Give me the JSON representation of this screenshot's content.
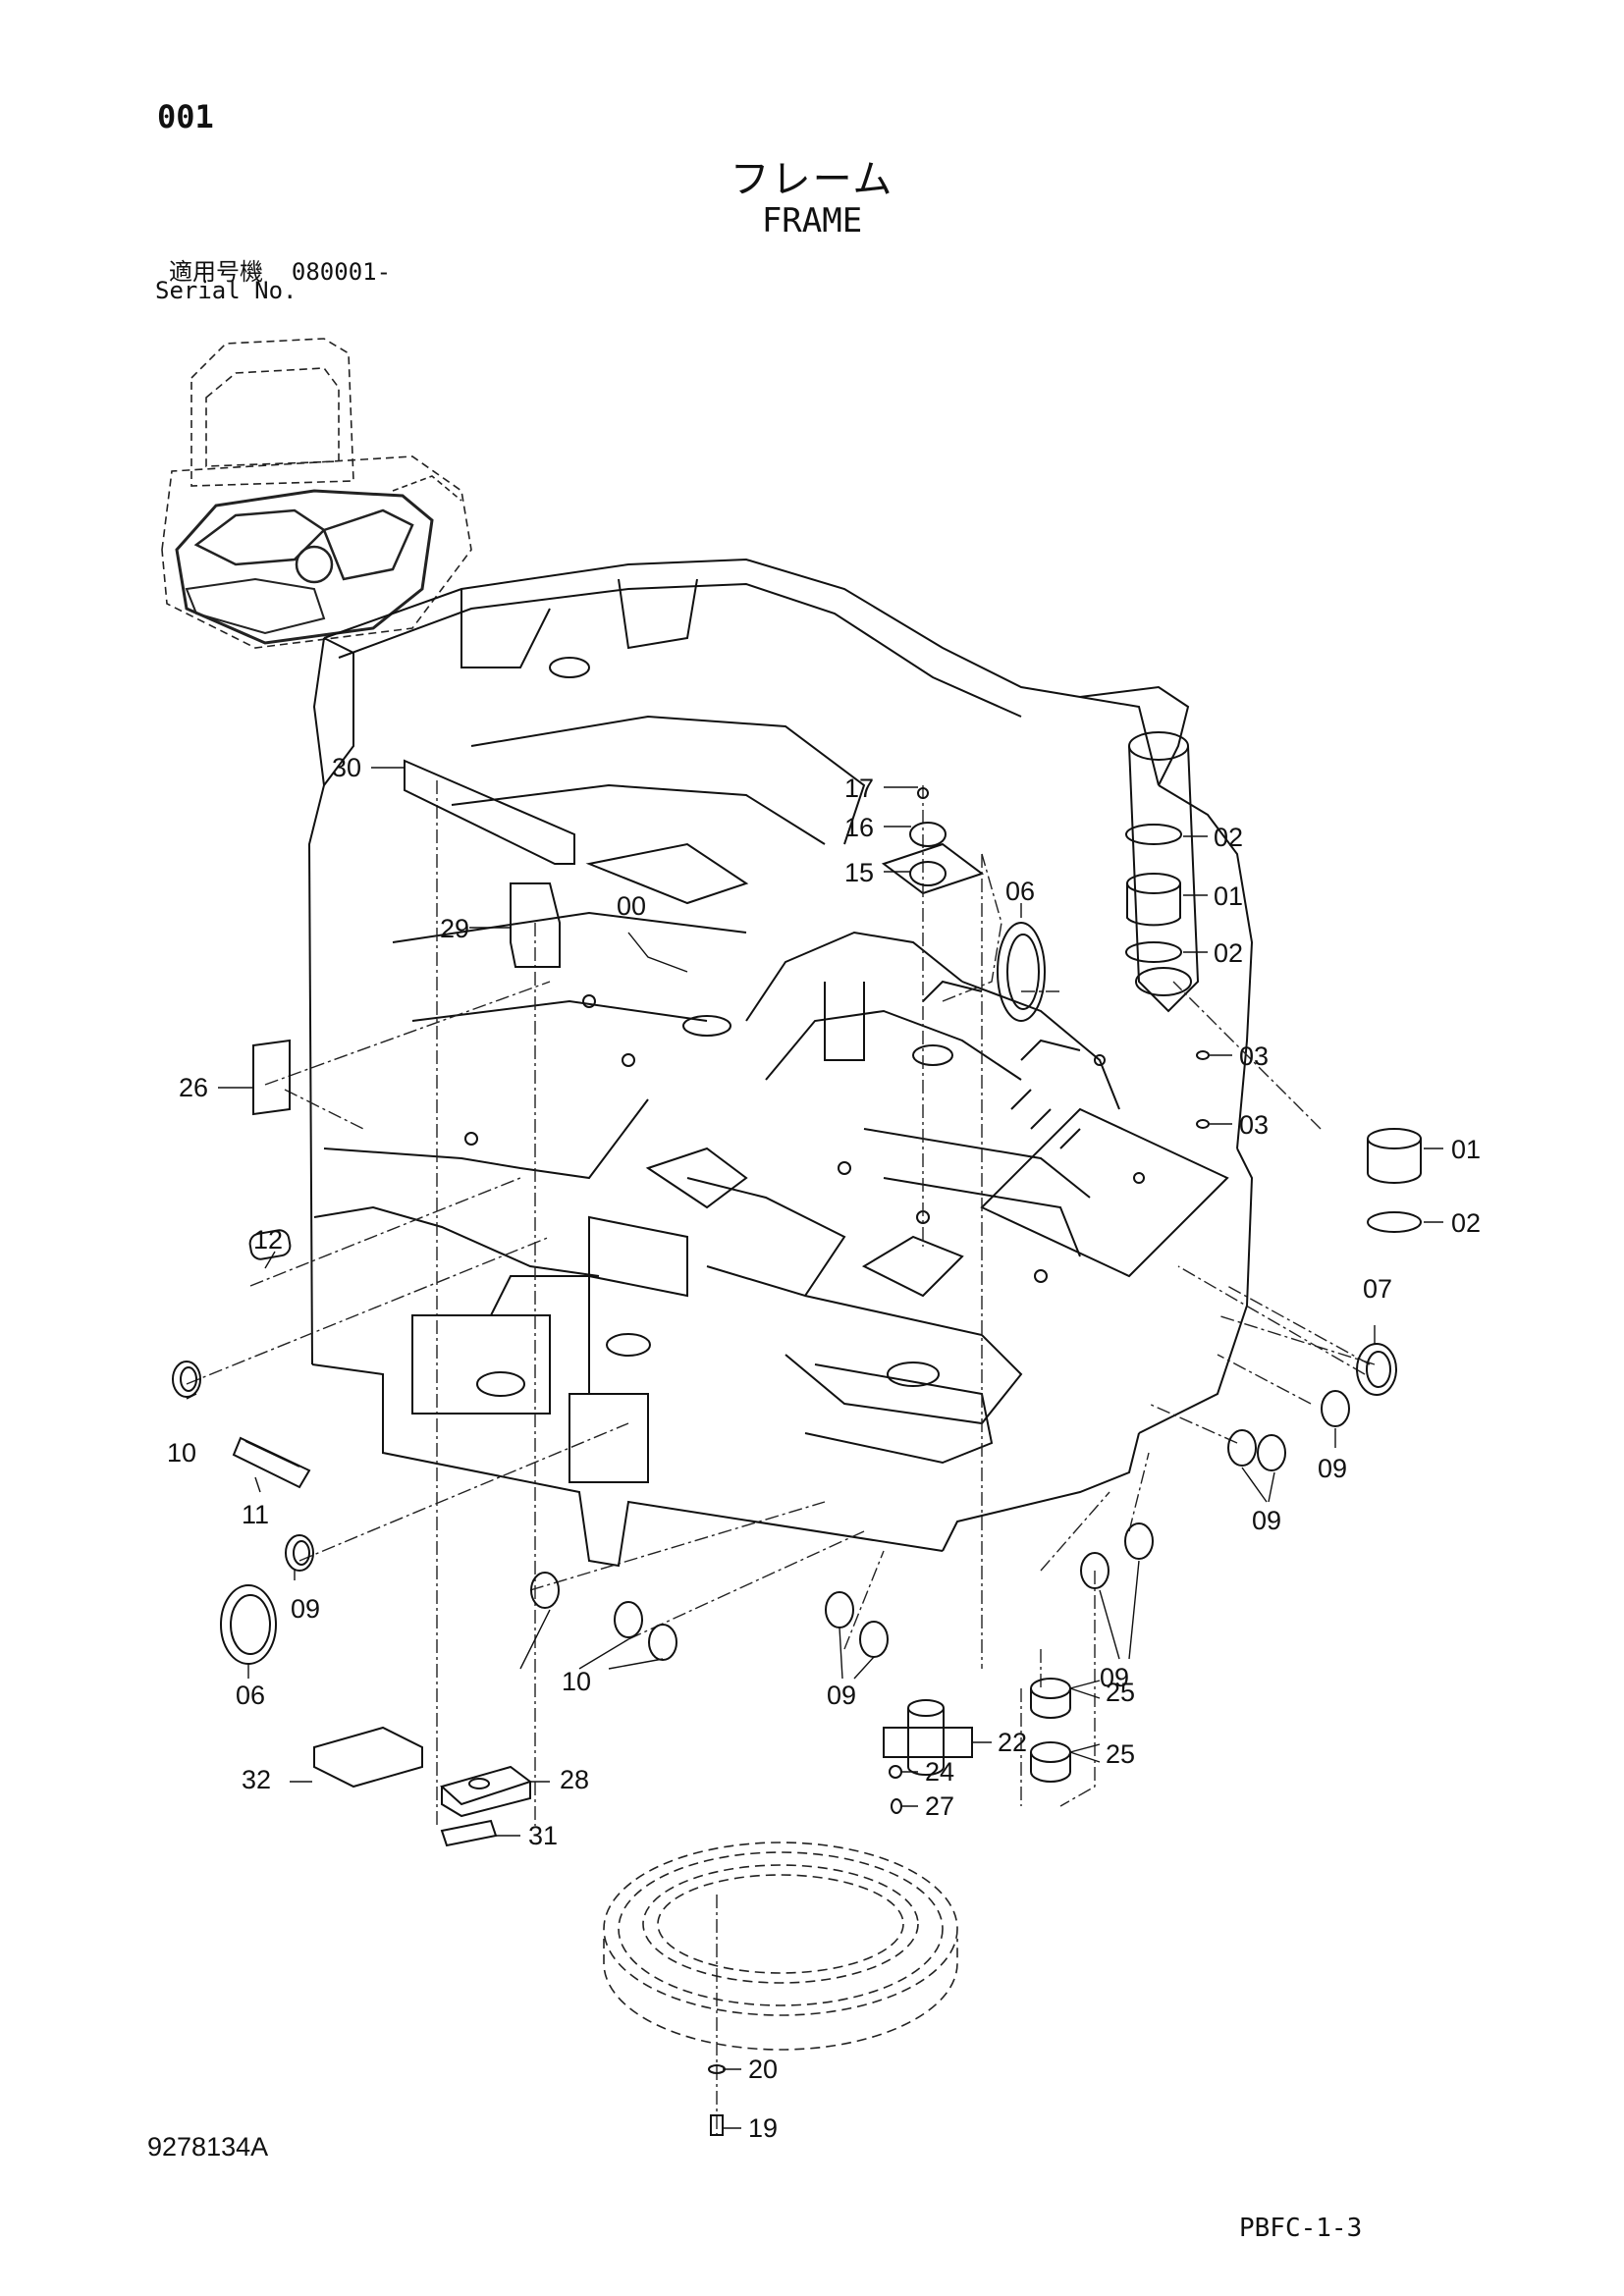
{
  "page_number": "001",
  "title_ja": "フレーム",
  "title_en": "FRAME",
  "serial_ja": "適用号機  080001-",
  "serial_en": "Serial No.",
  "doc_number": "9278134A",
  "sheet_code": "PBFC-1-3",
  "callouts": [
    {
      "id": "30"
    },
    {
      "id": "29"
    },
    {
      "id": "00"
    },
    {
      "id": "26"
    },
    {
      "id": "12"
    },
    {
      "id": "10"
    },
    {
      "id": "11"
    },
    {
      "id": "09"
    },
    {
      "id": "06"
    },
    {
      "id": "10"
    },
    {
      "id": "09"
    },
    {
      "id": "32"
    },
    {
      "id": "28"
    },
    {
      "id": "31"
    },
    {
      "id": "17"
    },
    {
      "id": "16"
    },
    {
      "id": "15"
    },
    {
      "id": "06"
    },
    {
      "id": "02"
    },
    {
      "id": "01"
    },
    {
      "id": "02"
    },
    {
      "id": "03"
    },
    {
      "id": "03"
    },
    {
      "id": "01"
    },
    {
      "id": "02"
    },
    {
      "id": "07"
    },
    {
      "id": "09"
    },
    {
      "id": "09"
    },
    {
      "id": "09"
    },
    {
      "id": "25"
    },
    {
      "id": "25"
    },
    {
      "id": "22"
    },
    {
      "id": "24"
    },
    {
      "id": "27"
    },
    {
      "id": "20"
    },
    {
      "id": "19"
    }
  ]
}
